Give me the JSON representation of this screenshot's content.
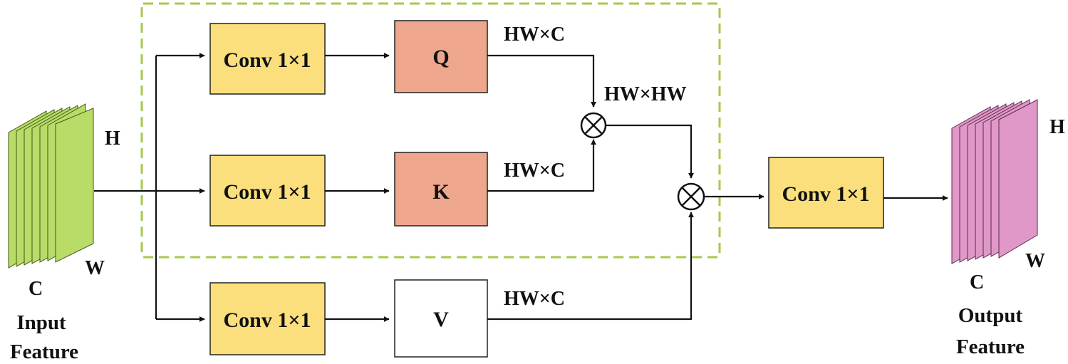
{
  "colors": {
    "conv_fill": "#fbdf7c",
    "qk_fill": "#eea78d",
    "v_fill": "#ffffff",
    "dashed_border": "#a6c84e",
    "input_feature_fill": "#b9db68",
    "output_feature_fill": "#e098c8",
    "line": "#111111"
  },
  "input_feature": {
    "dim_h": "H",
    "dim_w": "W",
    "dim_c": "C",
    "caption_line1": "Input",
    "caption_line2": "Feature"
  },
  "output_feature": {
    "dim_h": "H",
    "dim_w": "W",
    "dim_c": "C",
    "caption_line1": "Output",
    "caption_line2": "Feature"
  },
  "branches": {
    "query": {
      "conv_label": "Conv 1×1",
      "box_label": "Q",
      "shape_label": "HW×C"
    },
    "key": {
      "conv_label": "Conv 1×1",
      "box_label": "K",
      "shape_label": "HW×C"
    },
    "value": {
      "conv_label": "Conv 1×1",
      "box_label": "V",
      "shape_label": "HW×C"
    }
  },
  "attention_shape_label": "HW×HW",
  "output_conv_label": "Conv 1×1",
  "operator_icon": "circled-times-icon"
}
